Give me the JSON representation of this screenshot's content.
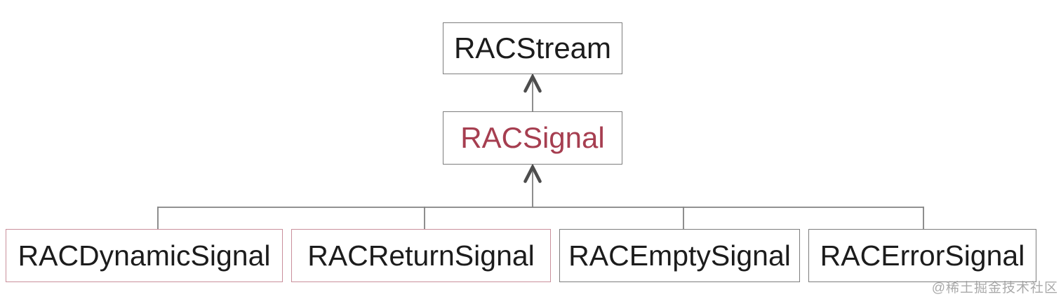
{
  "diagram": {
    "type": "class-inheritance-hierarchy",
    "watermark": "@稀土掘金技术社区",
    "colors": {
      "background": "#ffffff",
      "box_border_gray": "#7d7d7d",
      "box_border_pink": "#c98f9b",
      "text_black": "#1c1c1c",
      "text_red": "#a63e50",
      "connector_line_gray": "#828282",
      "arrowhead_dark_gray": "#4d4d4d",
      "watermark_gray": "#9b9b9b"
    },
    "nodes": [
      {
        "id": "racstream",
        "label": "RACStream",
        "text_color": "#1c1c1c",
        "border_color": "#7d7d7d",
        "row": "top"
      },
      {
        "id": "racsignal",
        "label": "RACSignal",
        "text_color": "#a63e50",
        "border_color": "#7d7d7d",
        "row": "middle"
      },
      {
        "id": "racdynamicsignal",
        "label": "RACDynamicSignal",
        "text_color": "#1c1c1c",
        "border_color": "#c98f9b",
        "row": "bottom"
      },
      {
        "id": "racreturnsignal",
        "label": "RACReturnSignal",
        "text_color": "#1c1c1c",
        "border_color": "#c98f9b",
        "row": "bottom"
      },
      {
        "id": "racemptysignal",
        "label": "RACEmptySignal",
        "text_color": "#1c1c1c",
        "border_color": "#7d7d7d",
        "row": "bottom"
      },
      {
        "id": "racerrorsignal",
        "label": "RACErrorSignal",
        "text_color": "#1c1c1c",
        "border_color": "#7d7d7d",
        "row": "bottom"
      }
    ],
    "edges": [
      {
        "from": "RACSignal",
        "to": "RACStream",
        "style": "up-arrow"
      },
      {
        "from": "RACDynamicSignal",
        "to": "RACSignal",
        "style": "up-arrow-via-bus"
      },
      {
        "from": "RACReturnSignal",
        "to": "RACSignal",
        "style": "up-arrow-via-bus"
      },
      {
        "from": "RACEmptySignal",
        "to": "RACSignal",
        "style": "up-arrow-via-bus"
      },
      {
        "from": "RACErrorSignal",
        "to": "RACSignal",
        "style": "up-arrow-via-bus"
      }
    ]
  }
}
